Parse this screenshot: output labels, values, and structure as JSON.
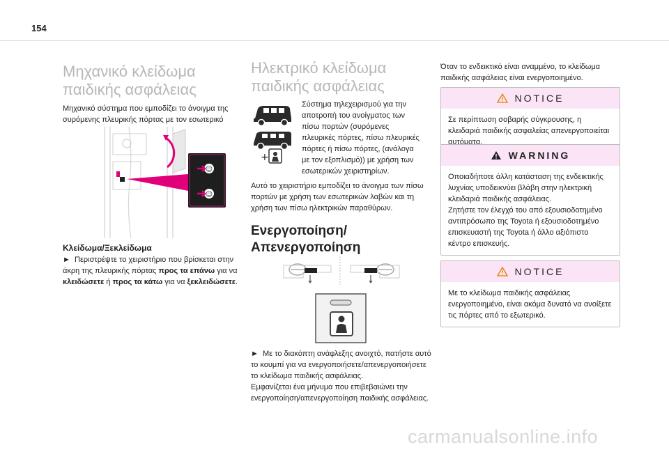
{
  "page_number": "154",
  "col1": {
    "title": "Μηχανικό κλείδωμα παιδικής ασφάλειας",
    "intro": "Μηχανικό σύστημα που εμποδίζει το άνοιγμα της συρόμενης πλευρικής πόρτας με τον εσωτερικό μοχλό.",
    "subheading": "Κλείδωμα/Ξεκλείδωμα",
    "step_prefix": "Περιστρέψτε το χειριστήριο που βρίσκεται στην άκρη της πλευρικής πόρτας ",
    "step_up": "προς τα επάνω",
    "step_mid1": " για να ",
    "step_lock": "κλειδώσετε",
    "step_mid2": " ή ",
    "step_down": "προς τα κάτω",
    "step_mid3": " για να ",
    "step_unlock": "ξεκλειδώσετε",
    "step_end": "."
  },
  "col2": {
    "title": "Ηλεκτρικό κλείδωμα παιδικής ασφάλειας",
    "intro": "Σύστημα τηλεχειρισμού για την αποτροπή του ανοίγματος των πίσω πορτών (συρόμενες πλευρικές πόρτες, πίσω πλευρικές πόρτες ή πίσω πόρτες, (ανάλογα με τον εξοπλισμό)) με χρήση των εσωτερικών χειριστηρίων.",
    "para": "Αυτό το χειριστήριο εμποδίζει το άνοιγμα των πίσω πορτών με χρήση των εσωτερικών λαβών και τη χρήση των πίσω ηλεκτρικών παραθύρων.",
    "heading": "Ενεργοποίηση/ Απενεργοποίηση",
    "step": "Με το διακόπτη ανάφλεξης ανοιχτό, πατήστε αυτό το κουμπί για να ενεργοποιήσετε/απενεργοποιήσετε το κλείδωμα παιδικής ασφάλειας.",
    "step2": "Εμφανίζεται ένα μήνυμα που επιβεβαιώνει την ενεργοποίηση/απενεργοποίηση παιδικής ασφάλειας."
  },
  "col3": {
    "intro": "Όταν το ενδεικτικό είναι αναμμένο, το κλείδωμα παιδικής ασφάλειας είναι ενεργοποιημένο.",
    "notice1_label": "NOTICE",
    "notice1_text": "Σε περίπτωση σοβαρής σύγκρουσης, η κλειδαριά παιδικής ασφαλείας απενεργοποιείται αυτόματα.",
    "warning_label": "WARNING",
    "warning_text1": "Οποιαδήποτε άλλη κατάσταση της ενδεικτικής λυχνίας υποδεικνύει βλάβη στην ηλεκτρική κλειδαριά παιδικής ασφάλειας.",
    "warning_text2": "Ζητήστε τον έλεγχό του από εξουσιοδοτημένο αντιπρόσωπο της Toyota ή εξουσιοδοτημένο επισκευαστή της Toyota ή άλλο αξιόπιστο κέντρο επισκευής.",
    "notice2_label": "NOTICE",
    "notice2_text": "Με το κλείδωμα παιδικής ασφάλειας ενεργοποιημένο, είναι ακόμα δυνατό να ανοίξετε τις πόρτες από το εξωτερικό."
  },
  "watermark": "carmanualsonline.info",
  "colors": {
    "accent": "#e0007a",
    "heading_gray": "#b7b7b7",
    "box_header": "#fbe4f5"
  }
}
